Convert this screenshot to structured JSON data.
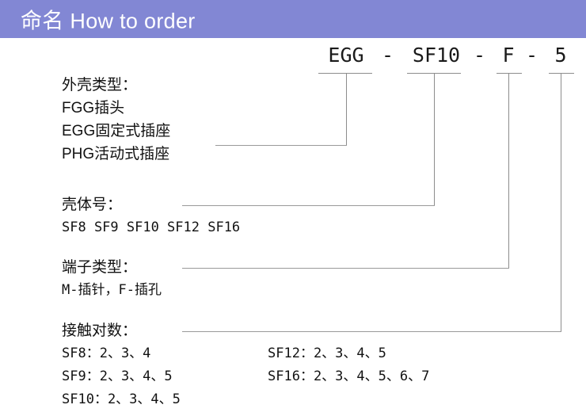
{
  "header": {
    "title": "命名 How to order",
    "bg_color": "#8287d4",
    "text_color": "#ffffff"
  },
  "code": {
    "segments": [
      "EGG",
      "SF10",
      "F",
      "5"
    ],
    "separator": "-",
    "full": "EGG - SF10 - F - 5"
  },
  "blocks": [
    {
      "title": "外壳类型：",
      "lines": [
        "FGG插头",
        "EGG固定式插座",
        "PHG活动式插座"
      ]
    },
    {
      "title": "壳体号：",
      "lines": [
        "SF8 SF9 SF10 SF12 SF16"
      ]
    },
    {
      "title": "端子类型：",
      "lines": [
        "M-插针，F-插孔"
      ]
    },
    {
      "title": "接触对数：",
      "col_left": [
        "SF8：2、3、4",
        "SF9：2、3、4、5",
        "SF10：2、3、4、5"
      ],
      "col_right": [
        "SF12：2、3、4、5",
        "SF16：2、3、4、5、6、7"
      ]
    }
  ],
  "leader_line_color": "#9a9a9a"
}
